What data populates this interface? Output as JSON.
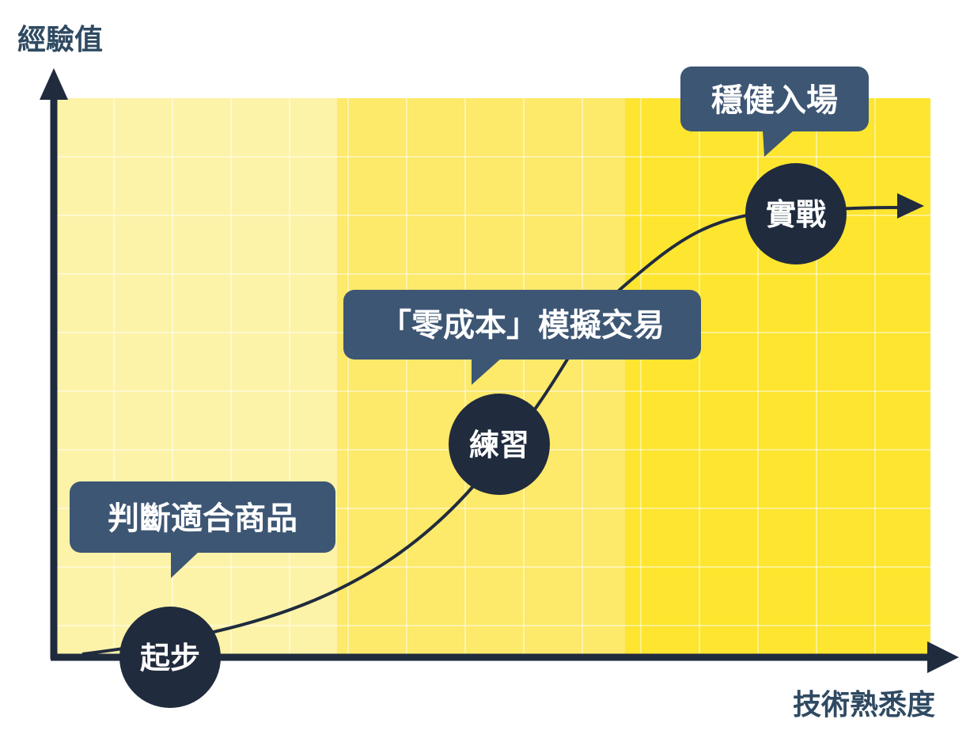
{
  "axes": {
    "y_label": "經驗值",
    "x_label": "技術熟悉度"
  },
  "stages": [
    {
      "label": "起步",
      "callout": "判斷適合商品"
    },
    {
      "label": "練習",
      "callout": "「零成本」模擬交易"
    },
    {
      "label": "實戰",
      "callout": "穩健入場"
    }
  ],
  "colors": {
    "band_1": "#fdf3a8",
    "band_2": "#fde96a",
    "band_3": "#fde530",
    "grid": "#ffffff",
    "axis": "#202b3e",
    "node": "#202b3e",
    "bubble": "#3d5674",
    "axis_text": "#2f4a62"
  }
}
